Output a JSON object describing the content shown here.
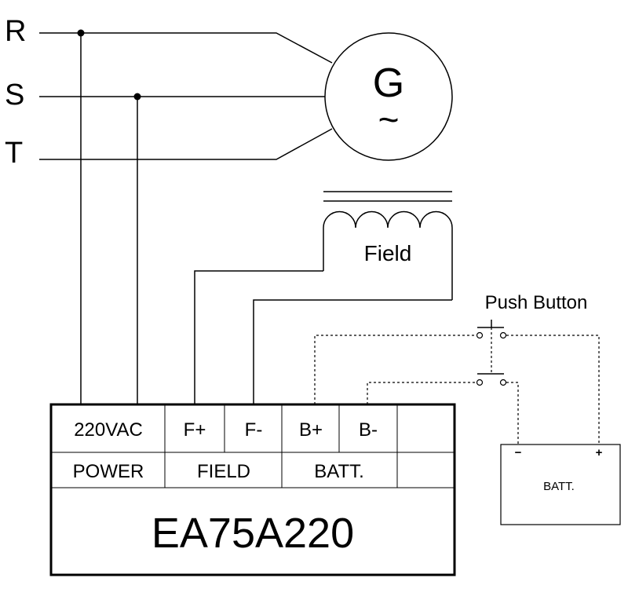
{
  "phases": {
    "r": "R",
    "s": "S",
    "t": "T"
  },
  "generator": {
    "letter": "G",
    "tilde": "~"
  },
  "field_label": "Field",
  "push_button_label": "Push Button",
  "battery": {
    "label": "BATT.",
    "minus": "−",
    "plus": "+"
  },
  "regulator": {
    "model": "EA75A220",
    "terminals": [
      "220VAC",
      "F+",
      "F-",
      "B+",
      "B-"
    ],
    "groups": [
      "POWER",
      "FIELD",
      "BATT."
    ]
  }
}
